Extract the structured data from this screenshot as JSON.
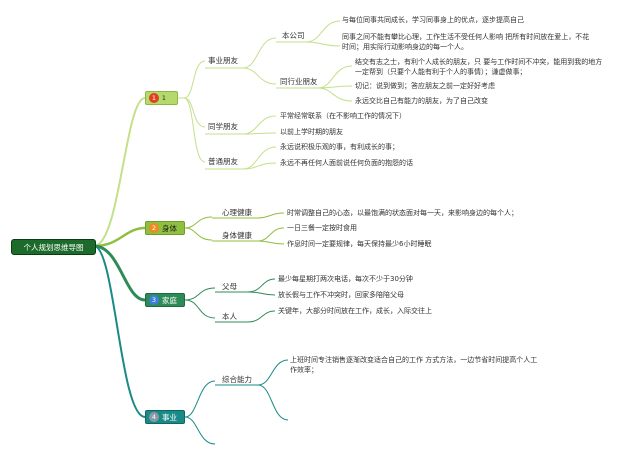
{
  "root": "个人规划思维导图",
  "branches": [
    {
      "label": "1",
      "number": "1",
      "children": [
        {
          "label": "事业朋友",
          "children": [
            {
              "label": "本公司",
              "items": [
                "与每位同事共同成长，学习同事身上的优点，逐步提高自己",
                "同事之间不能有攀比心理，工作生活不受任何人影响 把所有时间放在爱上，不花",
                "时间；用实际行动影响身边的每一个人。"
              ]
            },
            {
              "label": "同行业朋友",
              "items": [
                "结交有志之士，有利个人成长的朋友，只 要与工作时间不冲突，能用到我的地方",
                "一定帮到（只要个人能有利于个人的事情）；谦虚做事；",
                "切记：说到做到；答应朋友之前一定好好考虑",
                "永远交比自己有能力的朋友，为了自己改变"
              ]
            }
          ]
        },
        {
          "label": "同学朋友",
          "items": [
            "平常经常联系（在不影响工作的情况下）",
            "以前上学时期的朋友"
          ]
        },
        {
          "label": "普通朋友",
          "items": [
            "永远说积极乐观的事，有利成长的事；",
            "永远不再任何人面前说任何负面的抱怨的话"
          ]
        }
      ]
    },
    {
      "label": "身体",
      "number": "2",
      "children": [
        {
          "label": "心理健康",
          "items": [
            "时常调整自己的心态，以最饱满的状态面对每一天，来影响身边的每个人；"
          ]
        },
        {
          "label": "身体健康",
          "items": [
            "一日三餐一定按时食用",
            "作息时间一定要规律，每天保持最少6小时睡眠"
          ]
        }
      ]
    },
    {
      "label": "家庭",
      "number": "3",
      "children": [
        {
          "label": "父母",
          "items": [
            "最少每星期打两次电话，每次不少于30分钟",
            "放长假与工作不冲突时，回家多陪陪父母"
          ]
        },
        {
          "label": "本人",
          "items": [
            "关键年，大部分时间放在工作，成长，入际交往上"
          ]
        }
      ]
    },
    {
      "label": "事业",
      "number": "4",
      "children": [
        {
          "label": "综合能力",
          "items": [
            "上班时间专注销售逐渐改变适合自己的工作 方式方法，一边节省时间提高个人工",
            "作效率；"
          ]
        }
      ]
    }
  ],
  "colors": {
    "root_bg": "#1d6b2a",
    "branch1": "#b5d96a",
    "branch2": "#8fbf3f",
    "branch3": "#2e8b57",
    "branch4": "#1a8a86",
    "badge1": "#e0401e",
    "badge2": "#f08a1f",
    "badge3": "#3d7fd9",
    "badge4": "#8a9aa6"
  }
}
